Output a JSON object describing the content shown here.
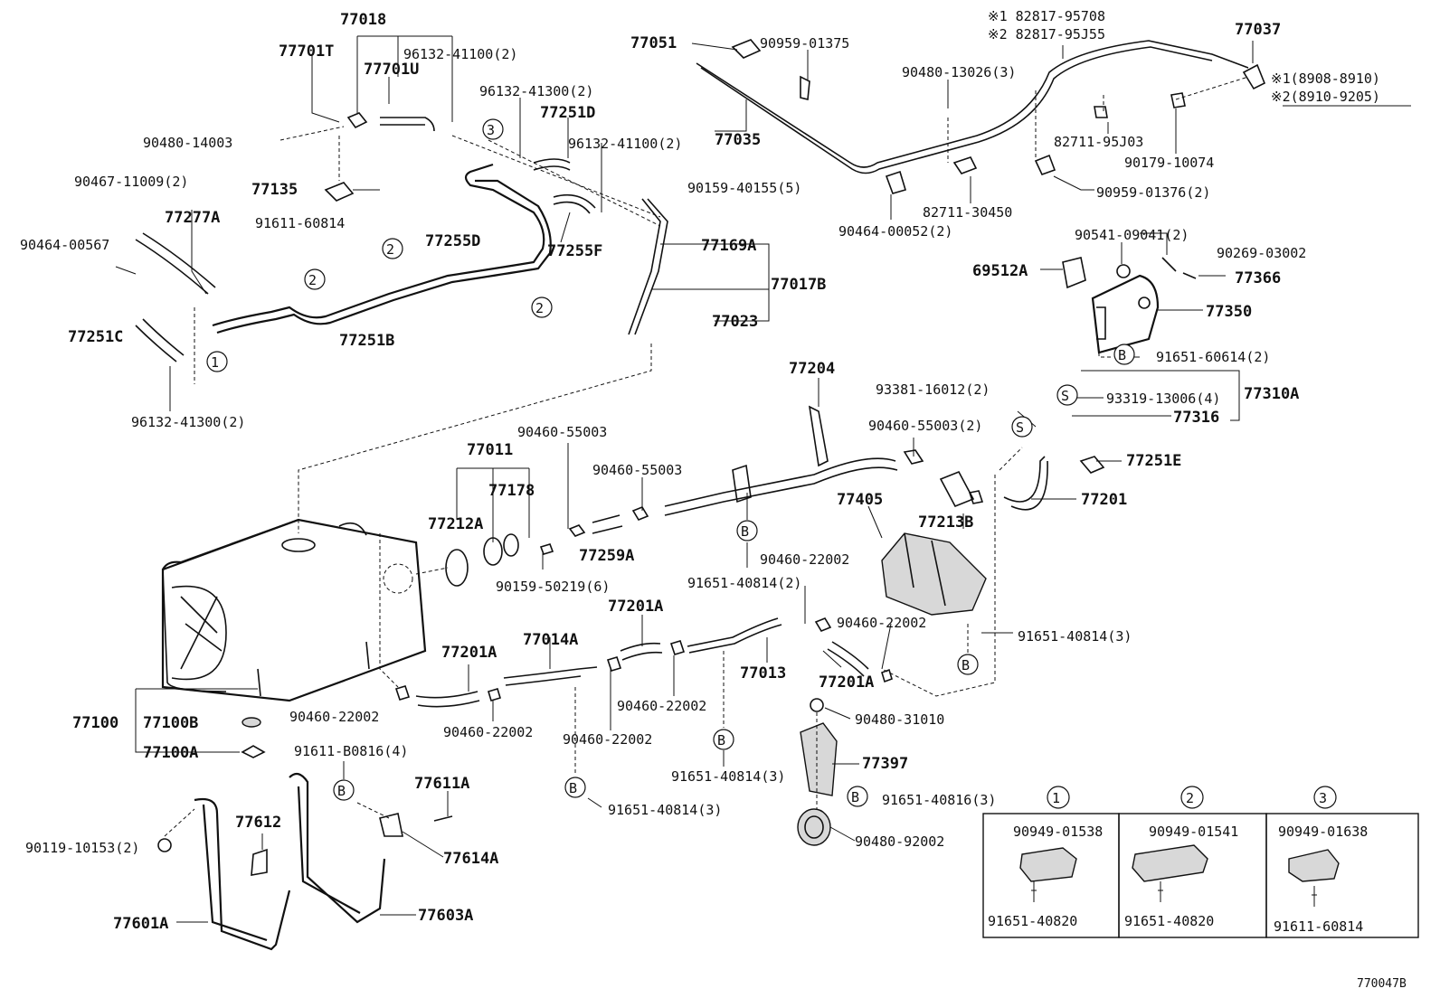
{
  "labels": {
    "p77018": "77018",
    "p77701T": "77701T",
    "p77701U": "77701U",
    "p96132_41100_a": "96132-41100(2)",
    "p90480_14003": "90480-14003",
    "p90467_11009": "90467-11009(2)",
    "p77277A": "77277A",
    "p77135": "77135",
    "p91611_60814": "91611-60814",
    "p90464_00567": "90464-00567",
    "p77251C": "77251C",
    "p96132_41300_b": "96132-41300(2)",
    "p96132_41300_a": "96132-41300(2)",
    "p77251D": "77251D",
    "p96132_41100_b": "96132-41100(2)",
    "p77255D": "77255D",
    "p77255F": "77255F",
    "p77251B": "77251B",
    "p77051": "77051",
    "p90959_01375": "90959-01375",
    "p77035": "77035",
    "p90159_40155": "90159-40155(5)",
    "p77169A": "77169A",
    "p77017B": "77017B",
    "p77023": "77023",
    "p82817_95708": "※1 82817-95708",
    "p82817_95J55": "※2 82817-95J55",
    "p77037": "77037",
    "p90480_13026": "90480-13026(3)",
    "note1": "※1(8908-8910)",
    "note2": "※2(8910-9205)",
    "p82711_95J03": "82711-95J03",
    "p90179_10074": "90179-10074",
    "p82711_30450": "82711-30450",
    "p90959_01376": "90959-01376(2)",
    "p90464_00052": "90464-00052(2)",
    "p90541_09041": "90541-09041(2)",
    "p90269_03002": "90269-03002",
    "p69512A": "69512A",
    "p77366": "77366",
    "p77350": "77350",
    "p91651_60614": "91651-60614(2)",
    "p77204": "77204",
    "p93381_16012": "93381-16012(2)",
    "p93319_13006": "93319-13006(4)",
    "p77310A": "77310A",
    "p77316": "77316",
    "p90460_55003_c": "90460-55003(2)",
    "p77251E": "77251E",
    "p77201": "77201",
    "p77405": "77405",
    "p77213B": "77213B",
    "p90460_55003_a": "90460-55003",
    "p77011": "77011",
    "p90460_55003_b": "90460-55003",
    "p77178": "77178",
    "p77212A": "77212A",
    "p77259A": "77259A",
    "p90159_50219": "90159-50219(6)",
    "p91651_40814_a": "91651-40814(2)",
    "p90460_22002_a": "90460-22002",
    "p90460_22002_b": "90460-22002",
    "p91651_40814_b": "91651-40814(3)",
    "p77201A_a": "77201A",
    "p77201A_b": "77201A",
    "p77014A": "77014A",
    "p77013": "77013",
    "p77201A_c": "77201A",
    "p90460_22002_c": "90460-22002",
    "p90460_22002_d": "90460-22002",
    "p90460_22002_e": "90460-22002",
    "p90460_22002_f": "90460-22002",
    "p77100": "77100",
    "p77100B": "77100B",
    "p77100A": "77100A",
    "p91611_B0816": "91611-B0816(4)",
    "p77611A": "77611A",
    "p77612": "77612",
    "p77614A": "77614A",
    "p90119_10153": "90119-10153(2)",
    "p77601A": "77601A",
    "p77603A": "77603A",
    "p90480_31010": "90480-31010",
    "p77397": "77397",
    "p91651_40814_c": "91651-40814(3)",
    "p91651_40816": "91651-40816(3)",
    "p91651_40814_d": "91651-40814(3)",
    "p90480_92002": "90480-92002",
    "diagram_id": "770047B"
  },
  "callouts": {
    "c1": "1",
    "c2": "2",
    "c3": "3",
    "B": "B",
    "S": "S"
  },
  "legend": {
    "box1": {
      "num": "1",
      "clip": "90949-01538",
      "bolt": "91651-40820"
    },
    "box2": {
      "num": "2",
      "clip": "90949-01541",
      "bolt": "91651-40820"
    },
    "box3": {
      "num": "3",
      "clip": "90949-01638",
      "bolt": "91611-60814"
    }
  }
}
